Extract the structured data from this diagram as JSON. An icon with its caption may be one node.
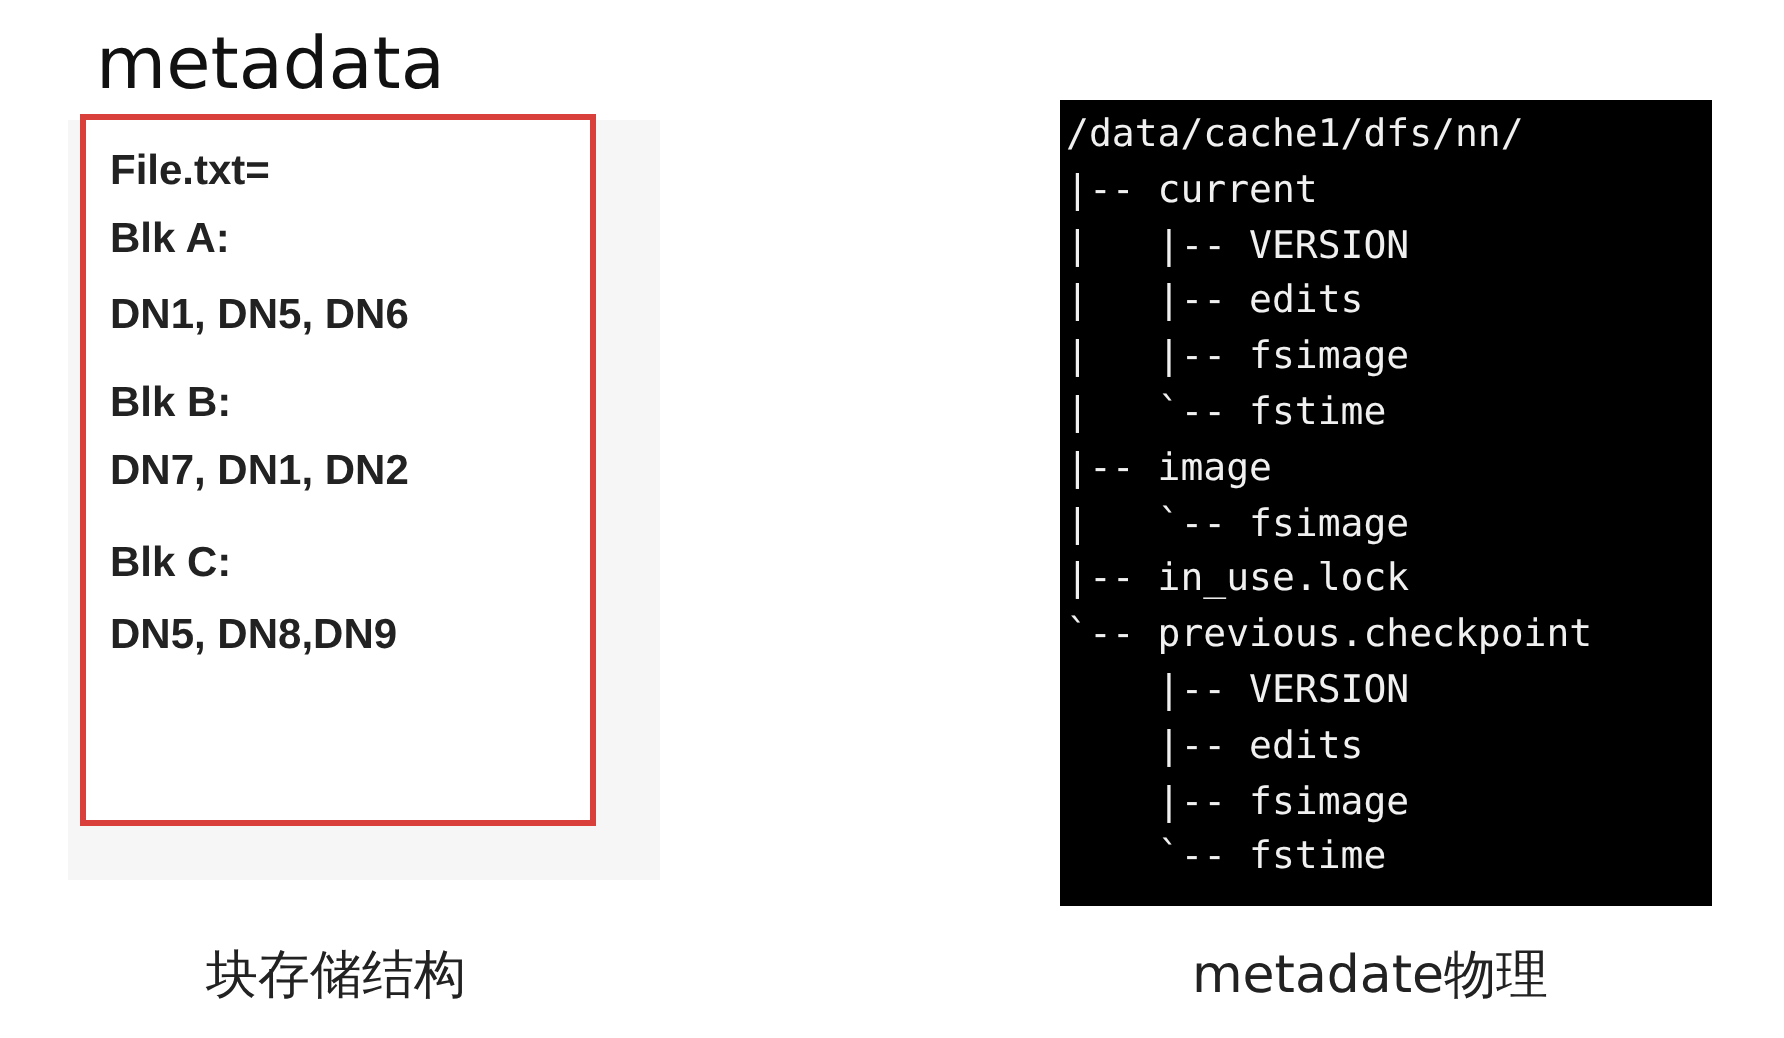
{
  "diagram": {
    "nodes": [
      {
        "text": [
          "metadata",
          "File.txt=",
          "Blk A:",
          "DN1, DN5, DN6",
          "Blk B:",
          "DN7, DN1, DN2",
          "Blk C:",
          "DN5, DN8,DN9"
        ]
      },
      {
        "text": [
          "/data/cache1/dfs/nn/",
          "|-- current",
          "|   |-- VERSION",
          "|   |-- edits",
          "|   |-- fsimage",
          "|   `-- fstime",
          "|-- image",
          "|   `-- fsimage",
          "|-- in_use.lock",
          "`-- previous.checkpoint",
          "    |-- VERSION",
          "    |-- edits",
          "    |-- fsimage",
          "    `-- fstime"
        ]
      }
    ],
    "edges": [],
    "labels": [
      "块存储结构",
      "metadate物理"
    ]
  }
}
